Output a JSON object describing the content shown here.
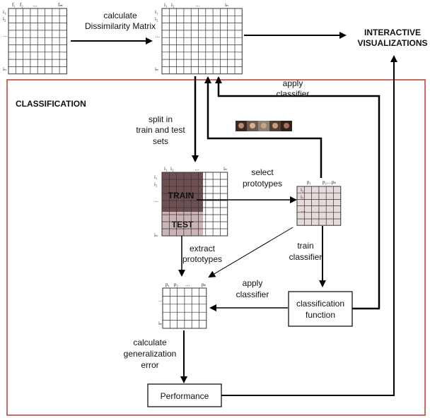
{
  "labels": {
    "calc_dissim_1": "calculate",
    "calc_dissim_2": "Dissimilarity Matrix",
    "interactive_1": "INTERACTIVE",
    "interactive_2": "VISUALIZATIONS",
    "classification": "CLASSIFICATION",
    "apply_classifier_top_1": "apply",
    "apply_classifier_top_2": "classifier",
    "split_1": "split in",
    "split_2": "train and test",
    "split_3": "sets",
    "select_proto_1": "select",
    "select_proto_2": "prototypes",
    "train_block": "TRAIN",
    "test_block": "TEST",
    "extract_1": "extract",
    "extract_2": "prototypes",
    "train_clf_1": "train",
    "train_clf_2": "classifier",
    "apply_clf_mid_1": "apply",
    "apply_clf_mid_2": "classifier",
    "clf_function_1": "classification",
    "clf_function_2": "function",
    "calc_gen_1": "calculate",
    "calc_gen_2": "generalization",
    "calc_gen_3": "error",
    "performance": "Performance"
  },
  "matrix_headers": {
    "features_matrix": {
      "cols": [
        "f₁",
        "f₂",
        "…",
        "fₘ"
      ],
      "rows": [
        "i₁",
        "i₂",
        "…",
        "iₙ"
      ]
    },
    "dissimilarity_matrix": {
      "cols": [
        "i₁",
        "i₂",
        "…",
        "iₙ"
      ],
      "rows": [
        "i₁",
        "i₂",
        "…",
        "iₙ"
      ]
    },
    "split_matrix": {
      "cols": [
        "i₁",
        "i₂",
        "…",
        "iₙ"
      ],
      "rows": [
        "i₁",
        "i₂",
        "…",
        "iₙ"
      ]
    },
    "prototype_matrix": {
      "cols": [
        "p₁",
        "p₂…pₖ"
      ],
      "rows": [
        "i₁",
        "i₂",
        "…"
      ]
    },
    "extracted_matrix": {
      "cols": [
        "p₁",
        "p₂",
        "…",
        "pₖ"
      ],
      "rows": [
        "…",
        "iₙ"
      ]
    }
  },
  "colors": {
    "classification_border": "#c0392b",
    "train_fill": "#6e5052",
    "test_fill": "#cbb4b6",
    "grid_line": "#333333"
  },
  "icons": [
    "portrait-thumbnail-1",
    "portrait-thumbnail-2",
    "portrait-thumbnail-3",
    "portrait-thumbnail-4",
    "portrait-thumbnail-5"
  ]
}
